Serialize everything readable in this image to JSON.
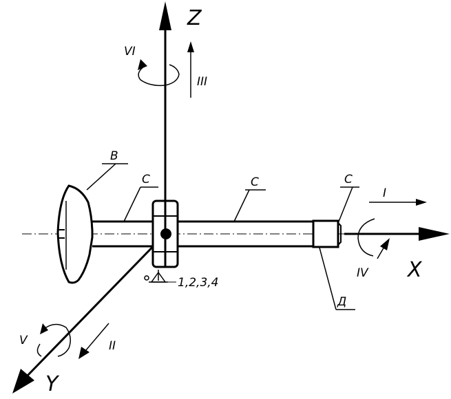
{
  "axes": {
    "x": "X",
    "y": "Y",
    "z": "Z"
  },
  "motions": {
    "translation_x": "I",
    "translation_y": "II",
    "translation_z": "III",
    "rotation_x": "IV",
    "rotation_y": "V",
    "rotation_z": "VI"
  },
  "surfaces": {
    "b": "B",
    "c": "C",
    "d": "Д"
  },
  "base": "1,2,3,4"
}
